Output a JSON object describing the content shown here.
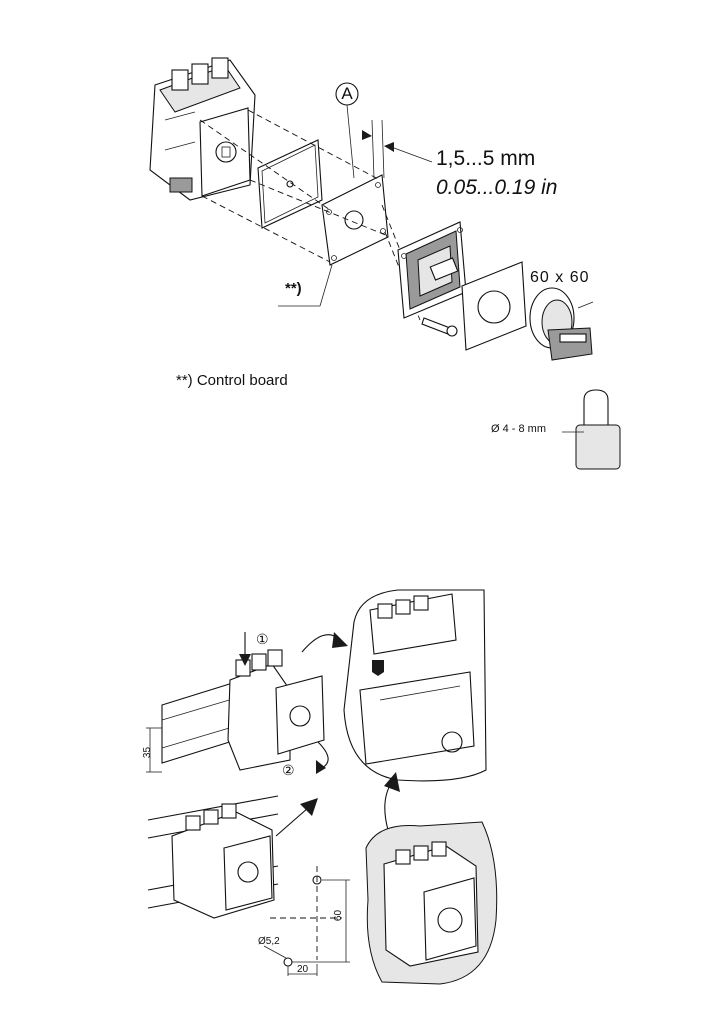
{
  "labels": {
    "callout_a": "A",
    "thickness_mm": "1,5...5 mm",
    "thickness_in": "0.05...0.19 in",
    "footprint": "60  x  60",
    "control_board_mark": "**)",
    "control_board_note": "**) Control board",
    "padlock_diameter": "Ø 4 - 8 mm"
  },
  "steps": {
    "step_1": "①",
    "step_2": "②"
  },
  "dimensions": {
    "rail_height": "35",
    "hole_spacing_vertical": "60",
    "hole_diameter": "Ø5,2",
    "hole_offset_horizontal": "20"
  }
}
